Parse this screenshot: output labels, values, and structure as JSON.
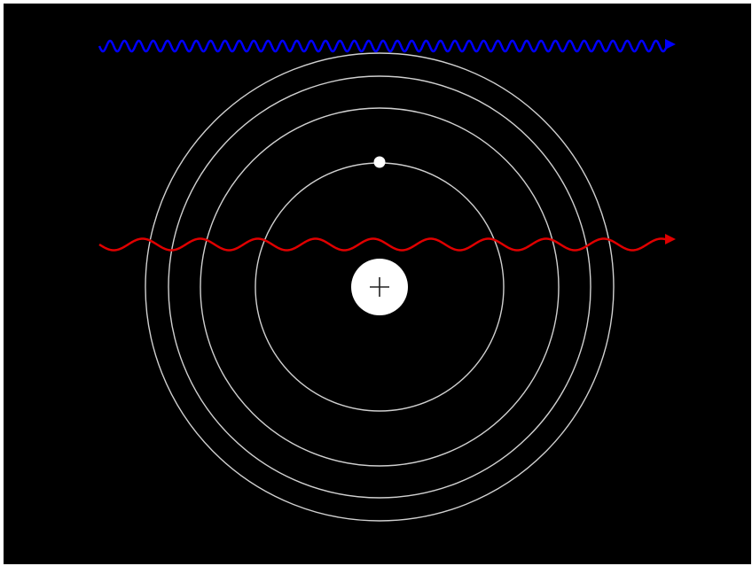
{
  "diagram": {
    "background_color": "#000000",
    "frame_color": "#ffffff",
    "orbit_color": "#d0d0d0",
    "orbit_count": 4,
    "nucleus": {
      "fill": "#ffffff",
      "symbol_color": "#222222",
      "charge_icon": "plus-icon"
    },
    "electron": {
      "fill": "#ffffff"
    },
    "waves": [
      {
        "name": "short-wavelength-wave",
        "color": "#0000ff",
        "direction": "right"
      },
      {
        "name": "long-wavelength-wave",
        "color": "#e00000",
        "direction": "right"
      }
    ]
  }
}
